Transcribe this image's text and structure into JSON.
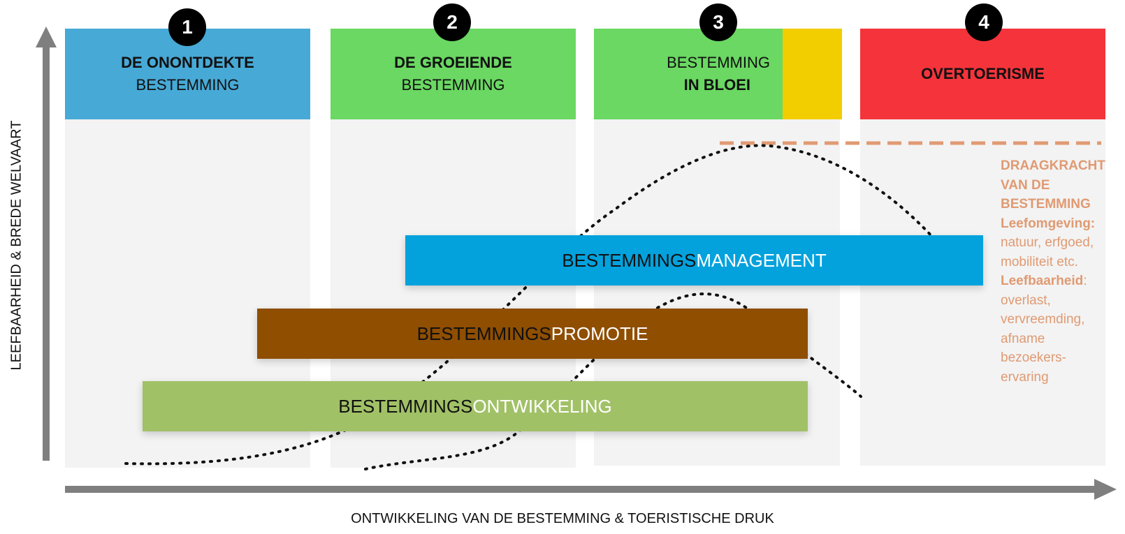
{
  "colors": {
    "phase1": "#47a9d6",
    "phase2": "#6ad862",
    "phase3": "#6ad862",
    "phase3_accent": "#f2cd00",
    "phase4": "#f5333b",
    "management": "#03a2dd",
    "promotie": "#8f4e00",
    "ontwikkeling": "#a1c167",
    "capacity": "#e09a72",
    "axis": "#7f7f7f"
  },
  "phases": [
    {
      "number": "1",
      "line1": "DE ONONTDEKTE",
      "line2": "BESTEMMING"
    },
    {
      "number": "2",
      "line1": "DE GROEIENDE",
      "line2": "BESTEMMING"
    },
    {
      "number": "3",
      "line1": "BESTEMMING",
      "line2": "IN BLOEI"
    },
    {
      "number": "4",
      "line1": "OVERTOERISME"
    }
  ],
  "bars": {
    "management": {
      "prefix": "BESTEMMINGS",
      "suffix": "MANAGEMENT"
    },
    "promotie": {
      "prefix": "BESTEMMINGS",
      "suffix": "PROMOTIE"
    },
    "ontwikkeling": {
      "prefix": "BESTEMMINGS",
      "suffix": "ONTWIKKELING"
    }
  },
  "capacity": {
    "title": [
      "DRAAGKRACHT",
      "VAN DE",
      "BESTEMMING"
    ],
    "leefomgeving_label": "Leefomgeving:",
    "leefomgeving_text": [
      "natuur, erfgoed,",
      "mobiliteit etc."
    ],
    "leefbaarheid_label": "Leefbaarheid",
    "leefbaarheid_colon": ":",
    "leefbaarheid_text": [
      "overlast,",
      "vervreemding,",
      "afname",
      "bezoekers-",
      "ervaring"
    ]
  },
  "axes": {
    "x_label": "ONTWIKKELING VAN DE BESTEMMING & TOERISTISCHE DRUK",
    "y_label": "LEEFBAARHEID & BREDE WELVAART"
  }
}
